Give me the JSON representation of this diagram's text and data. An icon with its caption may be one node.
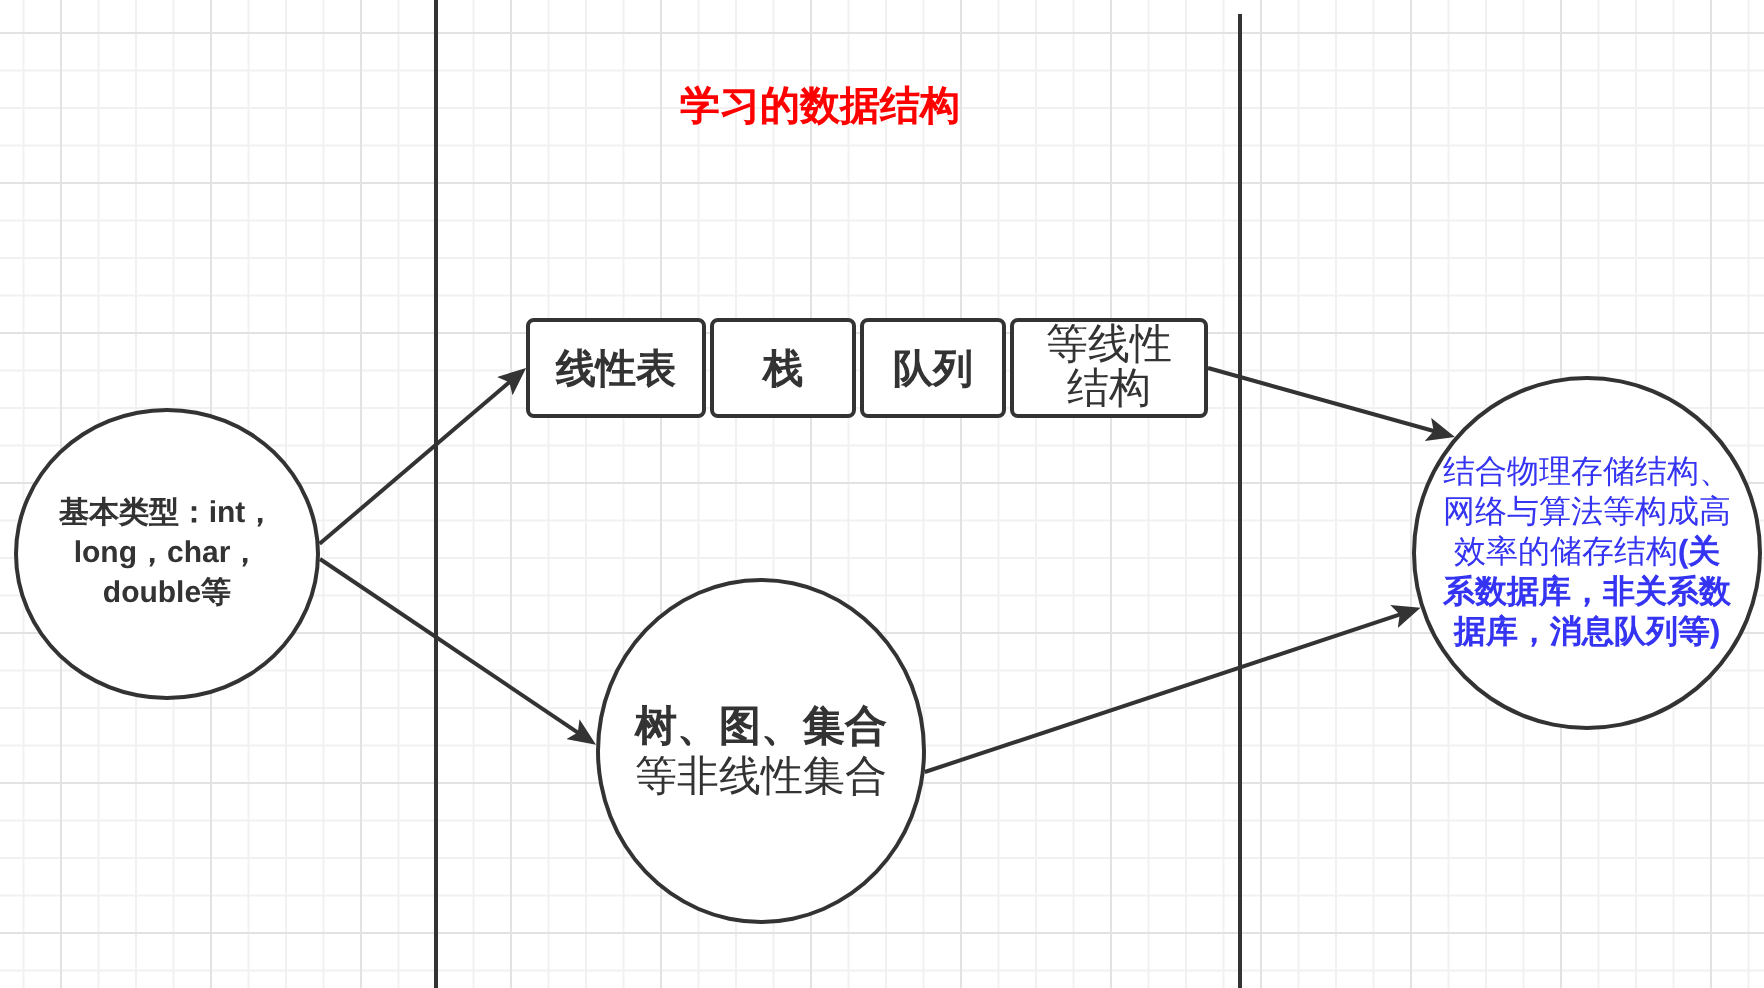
{
  "diagram": {
    "title": "学习的数据结构",
    "nodes": [
      {
        "text": [
          "基本类型：int，long，char，double等"
        ]
      },
      {
        "text": [
          "线性表"
        ]
      },
      {
        "text": [
          "栈"
        ]
      },
      {
        "text": [
          "队列"
        ]
      },
      {
        "text": [
          "等线性结构"
        ]
      },
      {
        "text": [
          "树、图、集合",
          "等非线性集合"
        ]
      },
      {
        "text": [
          "结合物理存储结构、网络与算法等构成高效率的储存结构**(关系数据库，非关系数据库，消息队列等)**"
        ]
      }
    ],
    "edges": [
      {
        "from": 0,
        "to": 1,
        "arrow": "to"
      },
      {
        "from": 0,
        "to": 5,
        "arrow": "to"
      },
      {
        "from": 4,
        "to": 6,
        "arrow": "to"
      },
      {
        "from": 5,
        "to": 6,
        "arrow": "to"
      }
    ]
  }
}
